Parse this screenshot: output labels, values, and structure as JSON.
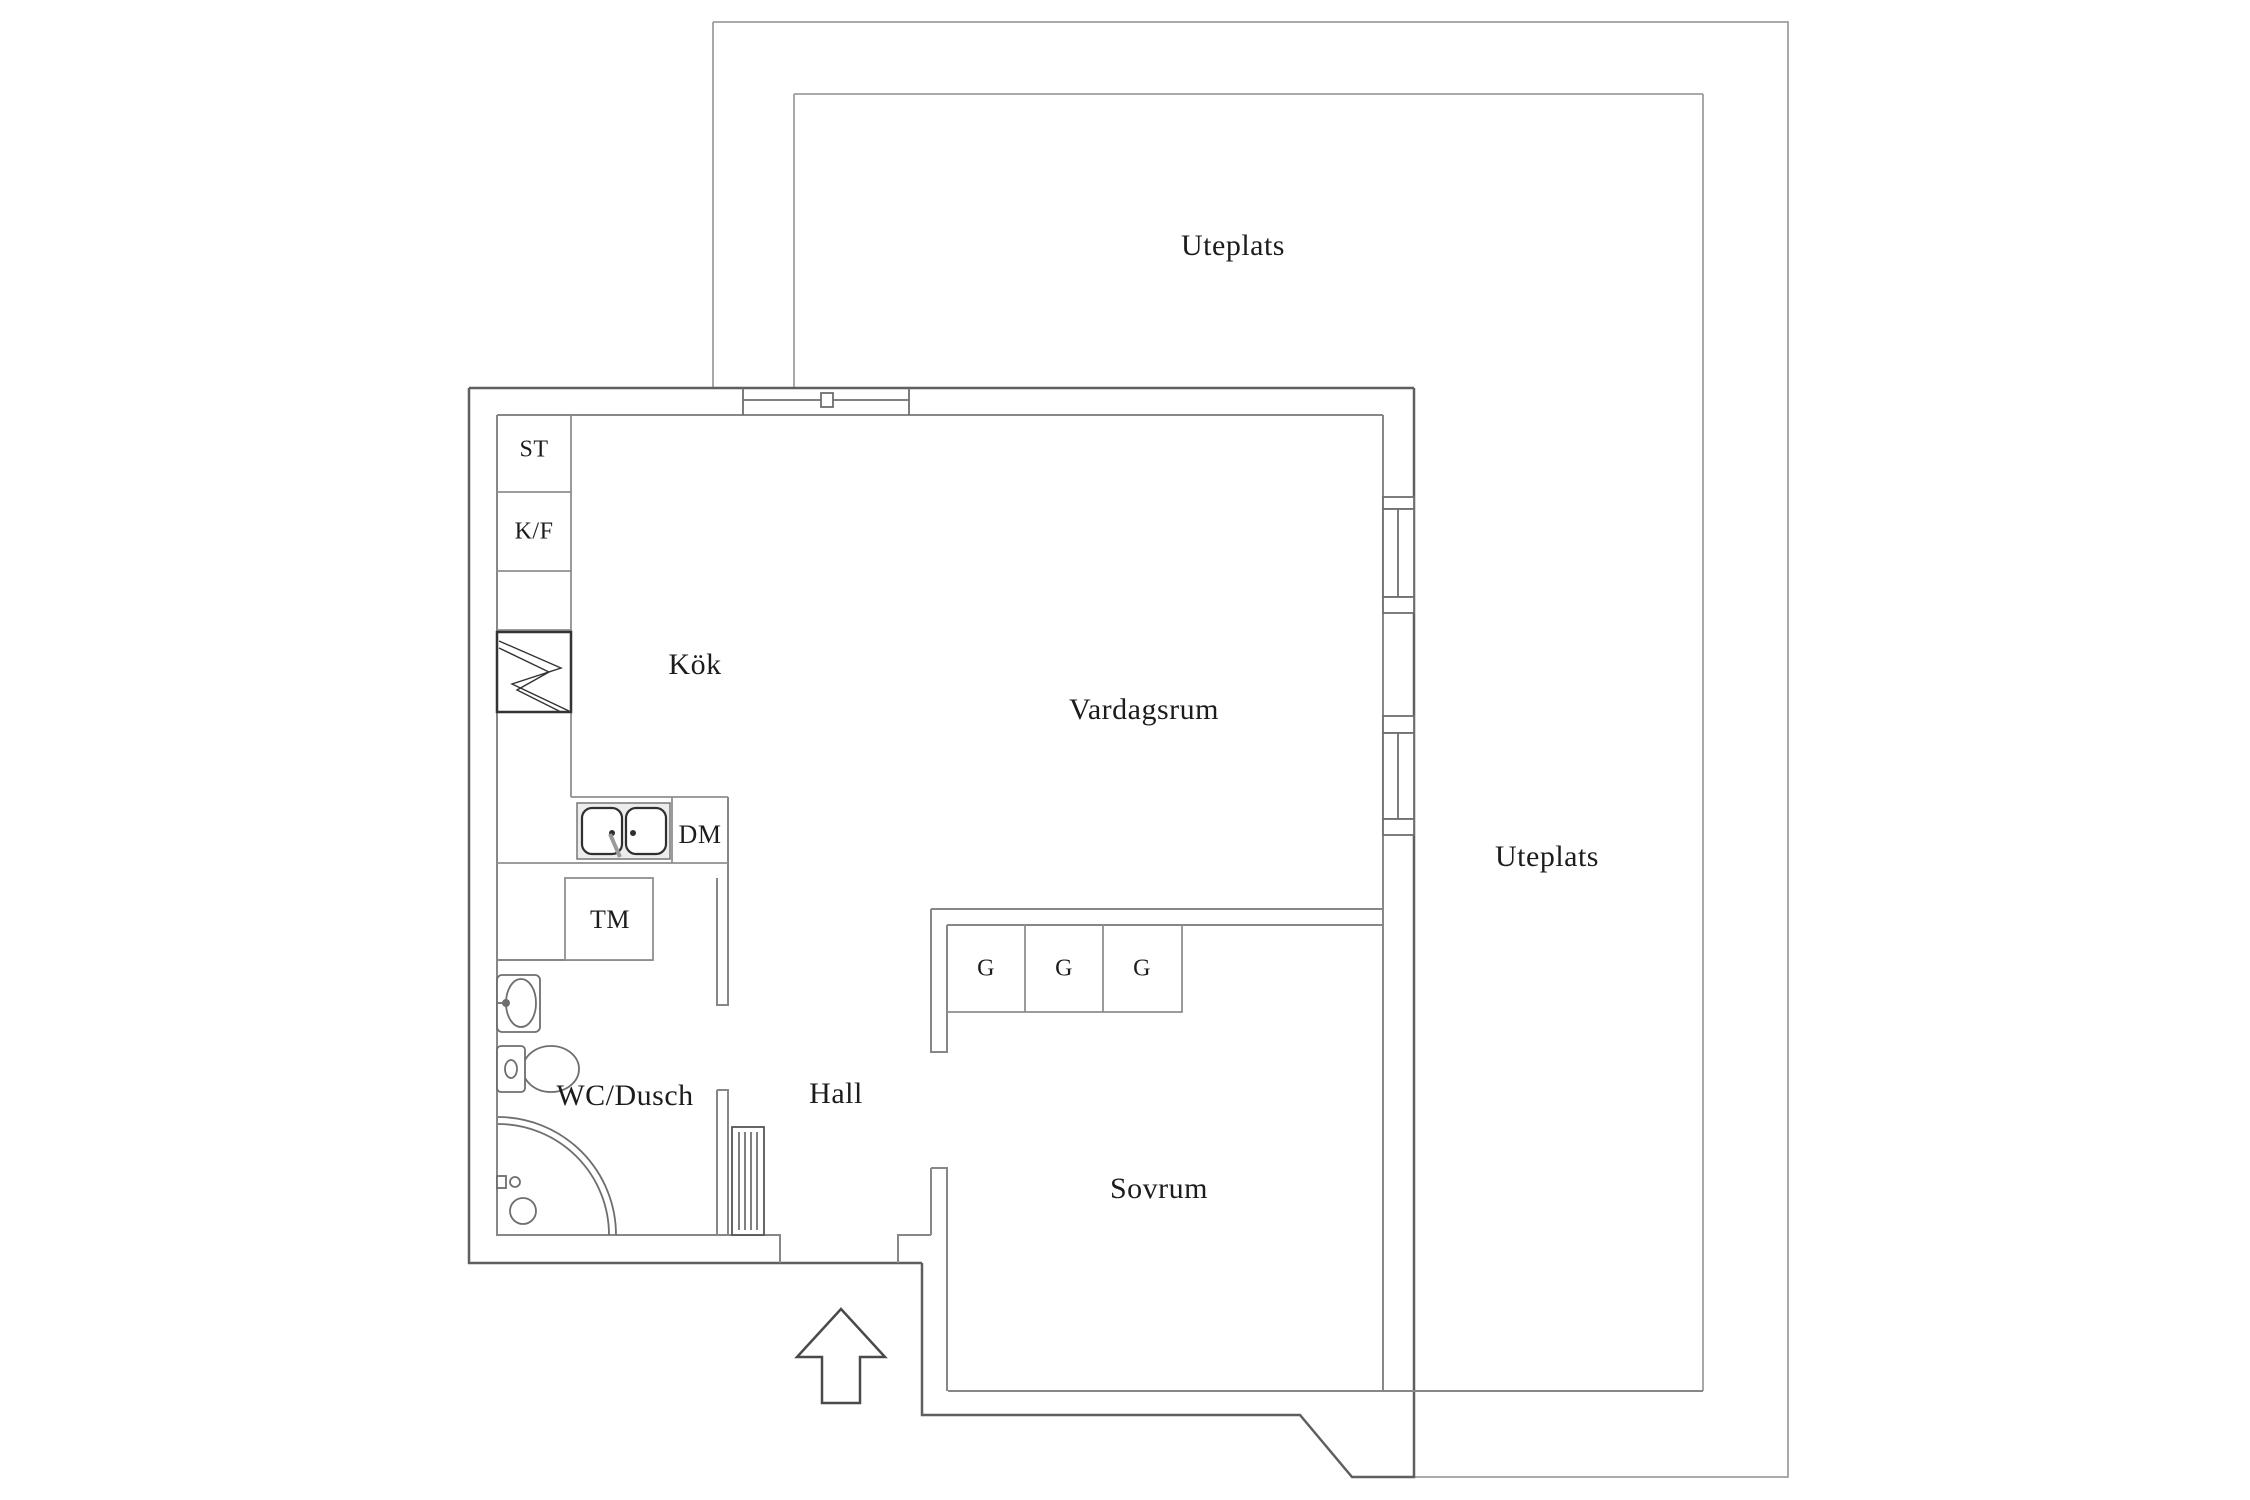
{
  "title": "Apartment floor plan",
  "rooms": {
    "uteplats_top": {
      "label": "Uteplats"
    },
    "uteplats_right": {
      "label": "Uteplats"
    },
    "kitchen": {
      "label": "Kök"
    },
    "living_room": {
      "label": "Vardagsrum"
    },
    "hall": {
      "label": "Hall"
    },
    "wc_shower": {
      "label": "WC/Dusch"
    },
    "bedroom": {
      "label": "Sovrum"
    }
  },
  "fixtures": {
    "storage": {
      "label": "ST"
    },
    "fridge_freezer": {
      "label": "K/F"
    },
    "dishwasher": {
      "label": "DM"
    },
    "washing_machine": {
      "label": "TM"
    },
    "wardrobes": [
      {
        "label": "G"
      },
      {
        "label": "G"
      },
      {
        "label": "G"
      }
    ]
  },
  "colors": {
    "background": "#ffffff",
    "outer_wall": "#5f5f5f",
    "wall": "#878787",
    "patio_line": "#9e9e9e",
    "fixture": "#8f8f8f",
    "dark": "#333333",
    "text": "#1c1c1c"
  }
}
